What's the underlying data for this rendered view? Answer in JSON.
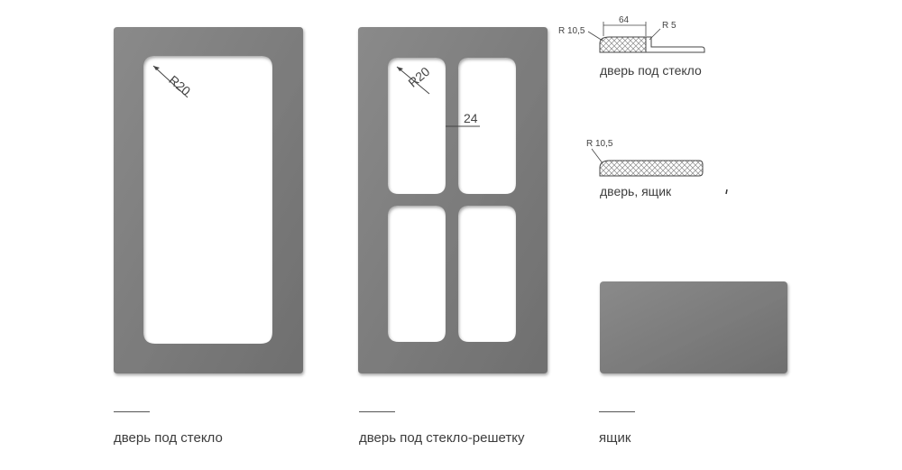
{
  "items": [
    {
      "caption": "дверь под стекло",
      "radius_label": "R20"
    },
    {
      "caption": "дверь под стекло-решетку",
      "radius_label": "R20",
      "bar_label": "24"
    },
    {
      "caption": "ящик"
    }
  ],
  "profiles": [
    {
      "caption": "дверь под стекло",
      "left_radius": "R 10,5",
      "width_label": "64",
      "right_radius": "R 5"
    },
    {
      "caption": "дверь, ящик",
      "left_radius": "R 10,5"
    }
  ],
  "colors": {
    "panel": "#7b7b7b",
    "panel_edge": "#5e5e5e",
    "panel_light": "#9a9a9a",
    "line": "#444444",
    "hatch": "#8a8a8a"
  }
}
